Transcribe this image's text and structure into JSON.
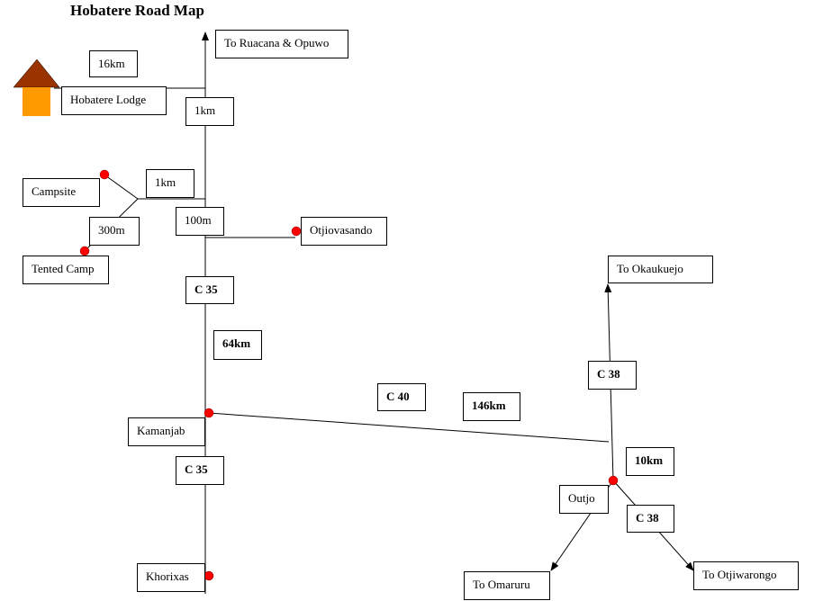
{
  "title": "Hobatere Road Map",
  "labels": {
    "ruacana": "To Ruacana & Opuwo",
    "dist_16km": "16km",
    "lodge": "Hobatere Lodge",
    "dist_1km_a": "1km",
    "campsite": "Campsite",
    "dist_1km_b": "1km",
    "dist_300m": "300m",
    "dist_100m": "100m",
    "otjiovasando": "Otjiovasando",
    "tented_camp": "Tented Camp",
    "c35_north": "C 35",
    "dist_64km": "64km",
    "c40": "C 40",
    "dist_146km": "146km",
    "kamanjab": "Kamanjab",
    "c35_south": "C 35",
    "khorixas": "Khorixas",
    "okaukuejo": "To  Okaukuejo",
    "c38_north": "C 38",
    "dist_10km": "10km",
    "outjo": "Outjo",
    "c38_south": "C 38",
    "omaruru": "To Omaruru",
    "otjiwarongo": "To Otjiwarongo"
  },
  "colors": {
    "roof": "#993300",
    "house": "#ff9900",
    "point": "#ff0000",
    "line": "#000000"
  }
}
